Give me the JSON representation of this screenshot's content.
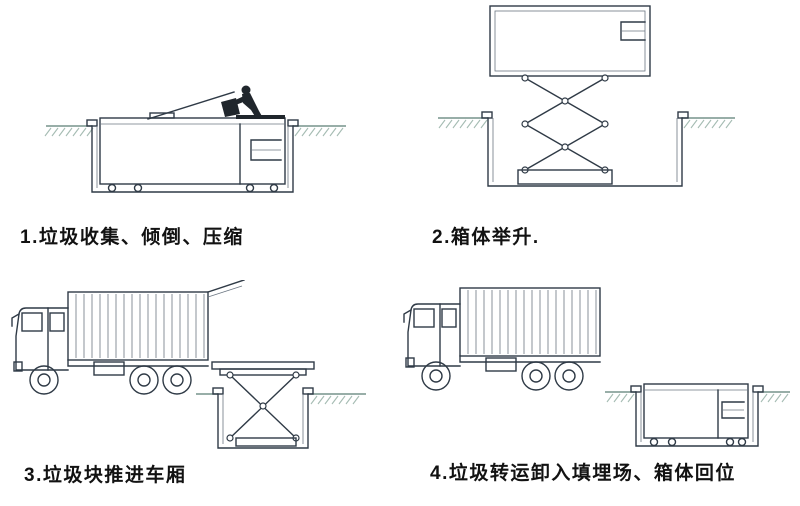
{
  "figure": {
    "background": "#ffffff",
    "colors": {
      "line": "#2f3a46",
      "ground_line": "#77938b",
      "ground_hatch": "#a5bcb3",
      "dark_fill": "#20262c",
      "text": "#121212"
    }
  },
  "steps": [
    {
      "caption": "1.垃圾收集、倾倒、压缩",
      "depicts": [
        "buried-container",
        "worker-dumping-garbage",
        "open-lid",
        "compactor-chamber",
        "ground-hatching"
      ]
    },
    {
      "caption": "2.箱体举升.",
      "depicts": [
        "lifted-container",
        "scissor-lift",
        "pit-walls",
        "ground-hatching"
      ]
    },
    {
      "caption": "3.垃圾块推进车厢",
      "depicts": [
        "box-truck-open-rear",
        "transfer-platform",
        "scissor-lift",
        "pit-walls"
      ]
    },
    {
      "caption": "4.垃圾转运卸入填埋场、箱体回位",
      "depicts": [
        "box-truck-driving-away",
        "container-returned-into-pit",
        "ground-hatching"
      ]
    }
  ]
}
